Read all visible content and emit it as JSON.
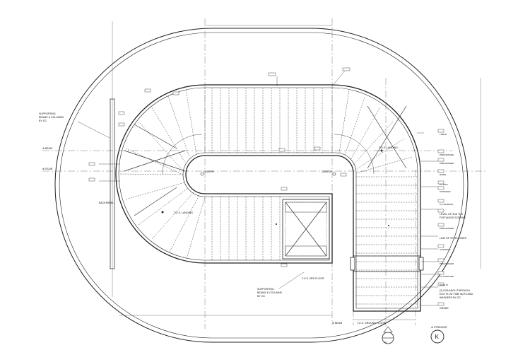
{
  "drawing": {
    "notes": {
      "supporting_left": [
        "SUPPORTING",
        "BEAMS & COLUMNS",
        "BY GC"
      ],
      "supporting_bottom": [
        "SUPPORTING",
        "BEAMS & COLUMNS",
        "BY GC"
      ],
      "beam_left": "⊕ BEAM",
      "stair_left": "⊕ STAIR",
      "center_mid": "CENTER",
      "center_right": "CENTER",
      "tos_landing_upper": "T.O.S. LANDING",
      "tos_landing_lower": "T.O.S. LANDING",
      "tos_ground_mid": [
        "T.O.S. 3RD FLOOR"
      ],
      "tos_ground_floor": "T.O.S. GROUND FLOOR",
      "beam_bottom": "⊕ BEAM",
      "stringer_bottom": "⊕ STRINGER",
      "backing_plate": "BACKPANEL",
      "line_of_steel_riser": "LINE OF STEEL RISER",
      "treads_note": [
        "LEVEL OF 3/16 THK",
        "FOR WOOD SCREWS"
      ],
      "pl_embed_note": [
        "(2) HSA ANCH THROUGH",
        "ECO PL W/ TIME NUTS AND",
        "WASHERS BY GC"
      ],
      "grade_note": "GRADE"
    },
    "right_tags": [
      "TREAD",
      "PREFINISHED",
      "PREFINISHED",
      "RISER",
      "PL 3/8x3",
      "STRINGER",
      "PL HANDRAIL",
      "PREFINISHED",
      "STRINGER",
      "PREFINISHED",
      "PL STRINGER",
      "BASE PL"
    ],
    "gridline_bubble": "K",
    "section_mark": "E1"
  }
}
